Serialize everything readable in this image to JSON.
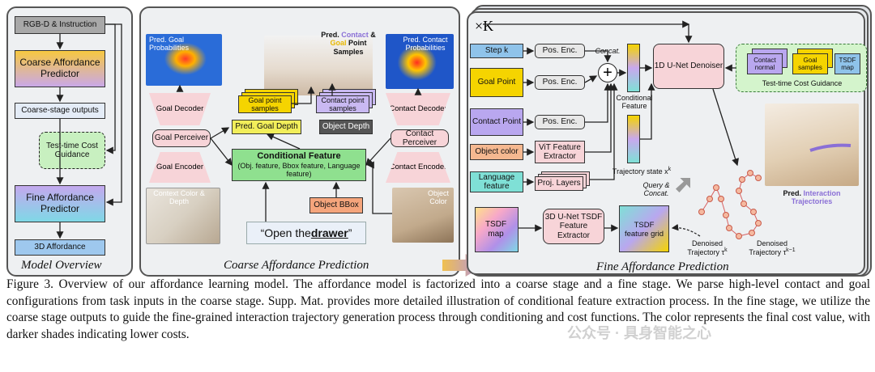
{
  "model_overview": {
    "title": "Model Overview",
    "input": "RGB-D & Instruction",
    "coarse": "Coarse Affordance Predictor",
    "coarse_outputs": "Coarse-stage outputs",
    "cost_guidance": "Test-time Cost Guidance",
    "fine": "Fine Affordance Predictor",
    "output": "3D Affordance"
  },
  "coarse_panel": {
    "title": "Coarse Affordance Prediction",
    "pred_goal_prob": "Pred. Goal Probabilities",
    "pred_contact_prob": "Pred. Contact Probabilities",
    "samples_title_1": "Pred.",
    "samples_title_contact": "Contact",
    "samples_title_amp": "&",
    "samples_title_goal": "Goal",
    "samples_title_2": "Point Samples",
    "goal_point_samples": "Goal point samples",
    "contact_point_samples": "Contact point samples",
    "goal_decoder": "Goal Decoder",
    "contact_decoder": "Contact Decoder",
    "pred_goal_depth": "Pred. Goal Depth",
    "object_depth": "Object Depth",
    "goal_perceiver": "Goal Perceiver",
    "contact_perceiver": "Contact Perceiver",
    "goal_encoder": "Goal Encoder",
    "contact_encoder": "Contact Encoder",
    "cond_feature_title": "Conditional Feature",
    "cond_feature_detail": "(Obj. feature, Bbox feature, Language feature)",
    "object_bbox": "Object BBox",
    "context_color_depth": "Context Color & Depth",
    "object_color": "Object Color",
    "instruction_prefix": "“Open the ",
    "instruction_word": "drawer",
    "instruction_suffix": "”"
  },
  "fine_panel": {
    "title": "Fine Affordance Prediction",
    "repeat": "×K",
    "step": "Step k",
    "pos_enc": "Pos. Enc.",
    "concat": "Concat.",
    "goal_point": "Goal Point",
    "contact_point": "Contact Point",
    "object_color": "Object color",
    "vit": "ViT Feature Extractor",
    "language_feature": "Language feature",
    "proj_layers": "Proj. Layers",
    "conditional_feature": "Conditional Feature",
    "denoiser": "1D U-Net Denoiser",
    "trajectory_state": "Trajectory state x",
    "trajectory_sup": "k",
    "query_concat": "Query & Concat.",
    "cost_contact_normal": "Contact normal",
    "cost_goal_samples": "Goal samples",
    "cost_tsdf_map": "TSDF map",
    "cost_guidance": "Test-time Cost Guidance",
    "tsdf_map": "TSDF map",
    "unet3d": "3D U-Net TSDF Feature Extractor",
    "tsdf_grid": "TSDF feature grid",
    "denoised_k": "Denoised Trajectory τ",
    "denoised_k_sup": "k",
    "denoised_k1": "Denoised Trajectory τ",
    "denoised_k1_sup": "k−1",
    "pred_label_1": "Pred.",
    "pred_label_2": "Interaction Trajectories"
  },
  "caption": "Figure 3. Overview of our affordance learning model. The affordance model is factorized into a coarse stage and a fine stage. We parse high-level contact and goal configurations from task inputs in the coarse stage. Supp. Mat. provides more detailed illustration of conditional feature extraction process. In the fine stage, we utilize the coarse stage outputs to guide the fine-grained interaction trajectory generation process through conditioning and cost functions. The color represents the final cost value, with darker shades indicating lower costs.",
  "colors": {
    "accent_purple": "#8a6fd6",
    "goal_yellow": "#f5d400",
    "perceiver_pink": "#f7d4d8",
    "cond_green": "#8fe08f",
    "bbox_orange": "#f5a57c",
    "blue_box": "#8fc3ea",
    "lavender": "#b9a7ef",
    "teal": "#7fe0d6"
  },
  "watermark": "公众号 · 具身智能之心"
}
